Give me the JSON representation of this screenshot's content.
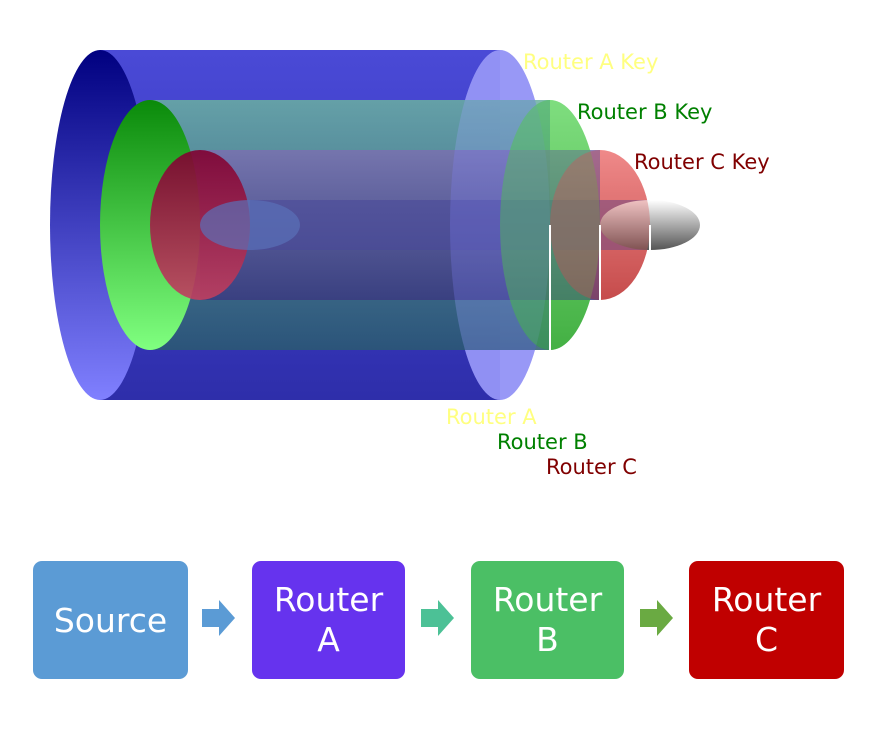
{
  "onion": {
    "key_labels": [
      {
        "text": "Router A Key",
        "color": "#ffff80"
      },
      {
        "text": "Router B Key",
        "color": "#008000"
      },
      {
        "text": "Router C Key",
        "color": "#800000"
      }
    ],
    "router_labels": [
      {
        "text": "Router A",
        "color": "#ffff80"
      },
      {
        "text": "Router B",
        "color": "#008000"
      },
      {
        "text": "Router C",
        "color": "#800000"
      }
    ]
  },
  "flow": {
    "nodes": [
      {
        "line1": "Source",
        "line2": "",
        "color": "#5b9bd5"
      },
      {
        "line1": "Router",
        "line2": "A",
        "color": "#6633ee"
      },
      {
        "line1": "Router",
        "line2": "B",
        "color": "#4bbf65"
      },
      {
        "line1": "Router",
        "line2": "C",
        "color": "#c00000"
      }
    ],
    "arrow_colors": [
      "#5b9bd5",
      "#4cc196",
      "#6aaa42"
    ]
  }
}
